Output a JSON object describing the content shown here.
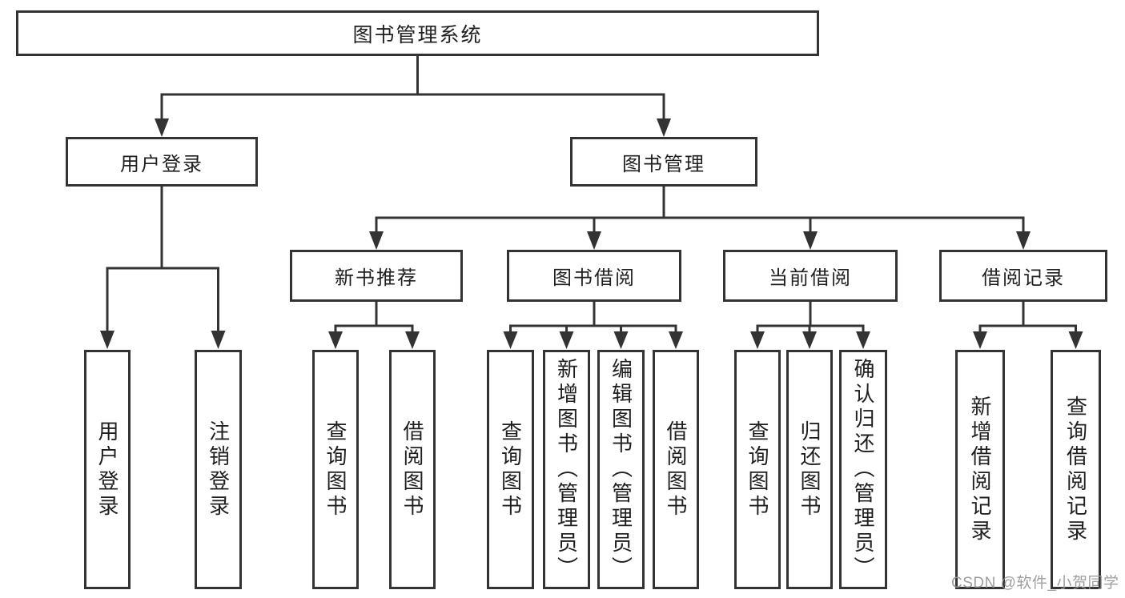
{
  "diagram": {
    "tree": {
      "label": "图书管理系统",
      "children": [
        {
          "label": "用户登录",
          "children": [
            {
              "label": "用户登录"
            },
            {
              "label": "注销登录"
            }
          ]
        },
        {
          "label": "图书管理",
          "children": [
            {
              "label": "新书推荐",
              "children": [
                {
                  "label": "查询图书"
                },
                {
                  "label": "借阅图书"
                }
              ]
            },
            {
              "label": "图书借阅",
              "children": [
                {
                  "label": "查询图书"
                },
                {
                  "label": "新增图书（管理员）"
                },
                {
                  "label": "编辑图书（管理员）"
                },
                {
                  "label": "借阅图书"
                }
              ]
            },
            {
              "label": "当前借阅",
              "children": [
                {
                  "label": "查询图书"
                },
                {
                  "label": "归还图书"
                },
                {
                  "label": "确认归还（管理员）"
                }
              ]
            },
            {
              "label": "借阅记录",
              "children": [
                {
                  "label": "新增借阅记录"
                },
                {
                  "label": "查询借阅记录"
                }
              ]
            }
          ]
        }
      ]
    }
  },
  "watermark": {
    "text": "CSDN @软件_小贺同学"
  },
  "colors": {
    "line": "#333333",
    "box_border": "#333333",
    "text": "#1f1f1f",
    "watermark": "#969696",
    "background": "#ffffff"
  }
}
